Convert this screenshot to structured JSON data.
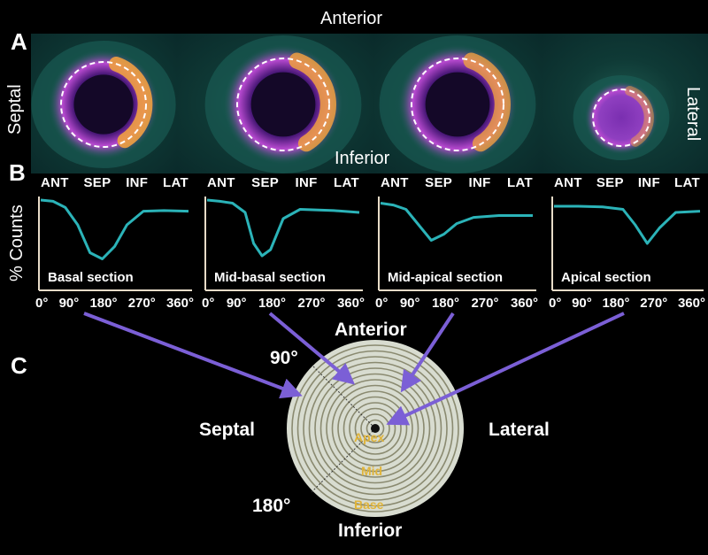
{
  "panels": {
    "a": "A",
    "b": "B",
    "c": "C"
  },
  "panel_a": {
    "top": "Anterior",
    "bottom": "Inferior",
    "left": "Septal",
    "right": "Lateral"
  },
  "panel_b": {
    "ylabel": "% Counts",
    "region_labels": [
      "ANT",
      "SEP",
      "INF",
      "LAT"
    ],
    "x_ticks": [
      "0°",
      "90°",
      "180°",
      "270°",
      "360°"
    ],
    "sections": [
      {
        "name": "Basal section",
        "angles": [
          0,
          30,
          60,
          90,
          120,
          150,
          180,
          210,
          250,
          300,
          360
        ],
        "counts": [
          100,
          98,
          88,
          60,
          15,
          5,
          25,
          60,
          82,
          83,
          82
        ]
      },
      {
        "name": "Mid-basal section",
        "angles": [
          0,
          30,
          60,
          90,
          110,
          130,
          150,
          180,
          220,
          300,
          360
        ],
        "counts": [
          100,
          98,
          95,
          80,
          30,
          10,
          20,
          70,
          85,
          83,
          80
        ]
      },
      {
        "name": "Mid-apical section",
        "angles": [
          0,
          30,
          60,
          90,
          120,
          150,
          180,
          220,
          280,
          360
        ],
        "counts": [
          95,
          92,
          85,
          60,
          35,
          45,
          62,
          72,
          75,
          75
        ]
      },
      {
        "name": "Apical section",
        "angles": [
          0,
          60,
          120,
          170,
          200,
          230,
          260,
          300,
          360
        ],
        "counts": [
          90,
          90,
          89,
          85,
          60,
          30,
          55,
          80,
          82
        ]
      }
    ]
  },
  "panel_c": {
    "top": "Anterior",
    "bottom": "Inferior",
    "left": "Septal",
    "right": "Lateral",
    "angle_90": "90°",
    "angle_180": "180°",
    "rings": {
      "apex": "Apex",
      "mid": "Mid",
      "base": "Base"
    }
  },
  "colors": {
    "curve": "#2bb3b8",
    "arrow": "#7b5fd6",
    "ring_text": "#e0b43a",
    "disc": "#d8dcd0"
  }
}
